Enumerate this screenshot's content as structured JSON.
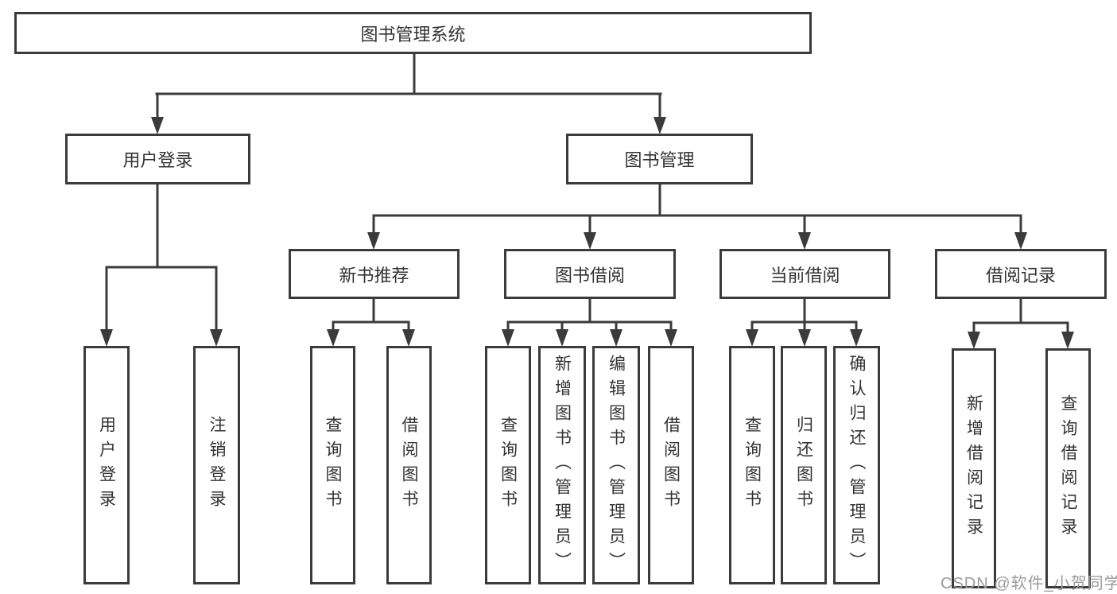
{
  "diagram": {
    "title": "图书管理系统",
    "nodes": {
      "root": "图书管理系统",
      "user_login": "用户登录",
      "book_mgmt": "图书管理",
      "leaf_user_login": "用户登录",
      "leaf_logout": "注销登录",
      "new_book_rec": "新书推荐",
      "book_borrow": "图书借阅",
      "current_borrow": "当前借阅",
      "borrow_record": "借阅记录",
      "nb_query": "查询图书",
      "nb_borrow": "借阅图书",
      "bb_query": "查询图书",
      "bb_add": "新增图书（管理员）",
      "bb_edit": "编辑图书（管理员）",
      "bb_borrow": "借阅图书",
      "cb_query": "查询图书",
      "cb_return": "归还图书",
      "cb_confirm": "确认归还（管理员）",
      "br_add": "新增借阅记录",
      "br_query": "查询借阅记录"
    },
    "watermark": "CSDN @软件_小贺同学"
  },
  "colors": {
    "line": "#3b3b3b",
    "text": "#333333",
    "watermark": "#9b9b9b",
    "background": "#ffffff"
  }
}
